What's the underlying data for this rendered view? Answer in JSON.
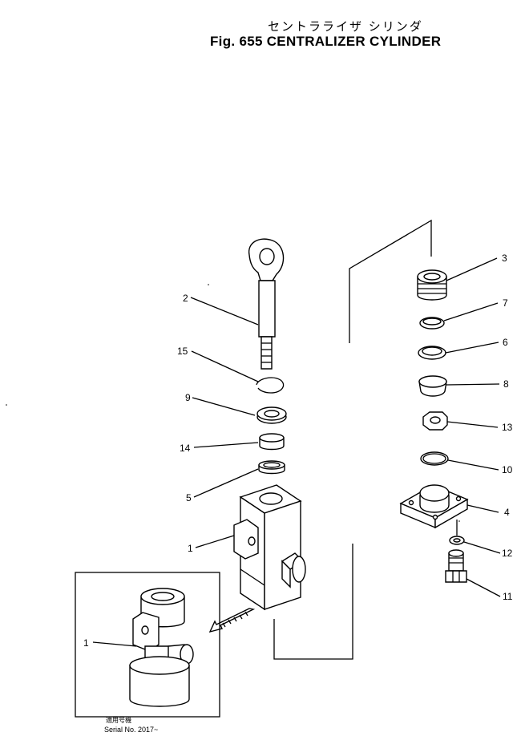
{
  "title": {
    "japanese": "セントラライザ シリンダ",
    "english": "Fig. 655 CENTRALIZER CYLINDER"
  },
  "callouts": {
    "n1": "1",
    "n2": "2",
    "n3": "3",
    "n4": "4",
    "n5": "5",
    "n6": "6",
    "n7": "7",
    "n8": "8",
    "n9": "9",
    "n10": "10",
    "n11": "11",
    "n12": "12",
    "n13": "13",
    "n14": "14",
    "n15": "15",
    "inset1": "1"
  },
  "serial": {
    "japanese": "適用号機",
    "english": "Serial No. 2017~"
  }
}
